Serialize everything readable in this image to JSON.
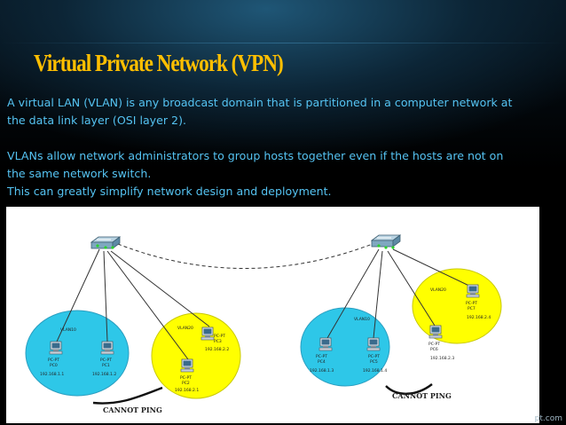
{
  "slide": {
    "title": "Virtual Private Network (VPN)",
    "paragraphs": [
      "A virtual LAN (VLAN) is any broadcast domain that is partitioned in a computer network at",
      "the data link layer (OSI layer 2).",
      "VLANs allow network administrators to group hosts together even if the hosts are not on",
      "the same network switch.",
      "This can greatly simplify network design and deployment."
    ],
    "credit": "pt.com"
  },
  "diagram": {
    "left_network": {
      "vlan10_label": "VLAN10",
      "vlan20_label": "VLAN20",
      "hosts": [
        {
          "type": "PC-PT",
          "name": "PC0",
          "ip": "192.168.1.1"
        },
        {
          "type": "PC-PT",
          "name": "PC1",
          "ip": "192.168.1.2"
        },
        {
          "type": "PC-PT",
          "name": "PC3",
          "ip": "192.168.2.2"
        },
        {
          "type": "PC-PT",
          "name": "PC2",
          "ip": "192.168.2.1"
        }
      ],
      "annotation": "CANNOT PING"
    },
    "right_network": {
      "vlan10_label": "VLAN10",
      "vlan20_label": "VLAN20",
      "hosts": [
        {
          "type": "PC-PT",
          "name": "PC4",
          "ip": "192.168.1.3"
        },
        {
          "type": "PC-PT",
          "name": "PC5",
          "ip": "192.168.1.4"
        },
        {
          "type": "PC-PT",
          "name": "PC6",
          "ip": "192.168.2.3"
        },
        {
          "type": "PC-PT",
          "name": "PC7",
          "ip": "192.168.2.4"
        }
      ],
      "annotation": "CANNOT PING"
    },
    "colors": {
      "vlan10": "#2ec7e8",
      "vlan20": "#ffff00",
      "switch": "#7fa8c0"
    }
  }
}
